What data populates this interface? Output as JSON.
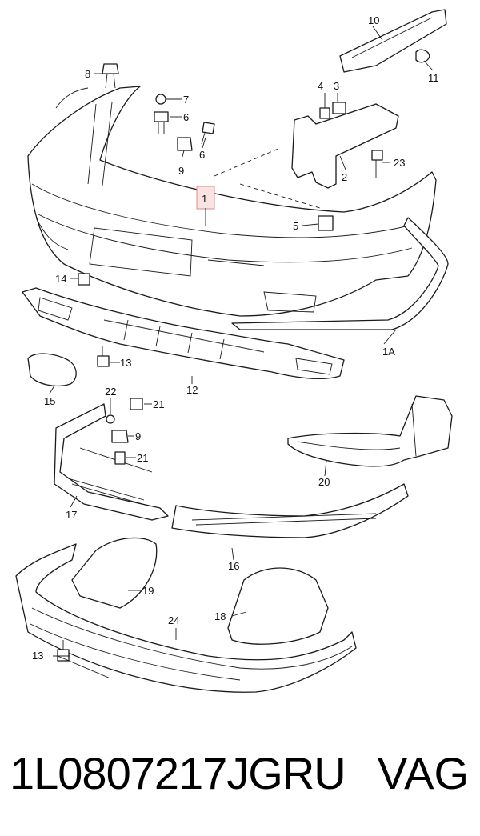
{
  "diagram": {
    "callouts": [
      "1",
      "1A",
      "2",
      "3",
      "4",
      "5",
      "6",
      "6",
      "7",
      "8",
      "9",
      "9",
      "10",
      "11",
      "12",
      "13",
      "13",
      "14",
      "15",
      "16",
      "17",
      "18",
      "19",
      "20",
      "21",
      "21",
      "22",
      "23",
      "24"
    ]
  },
  "footer": {
    "part_number": "1L0807217JGRU",
    "brand": "VAG"
  }
}
